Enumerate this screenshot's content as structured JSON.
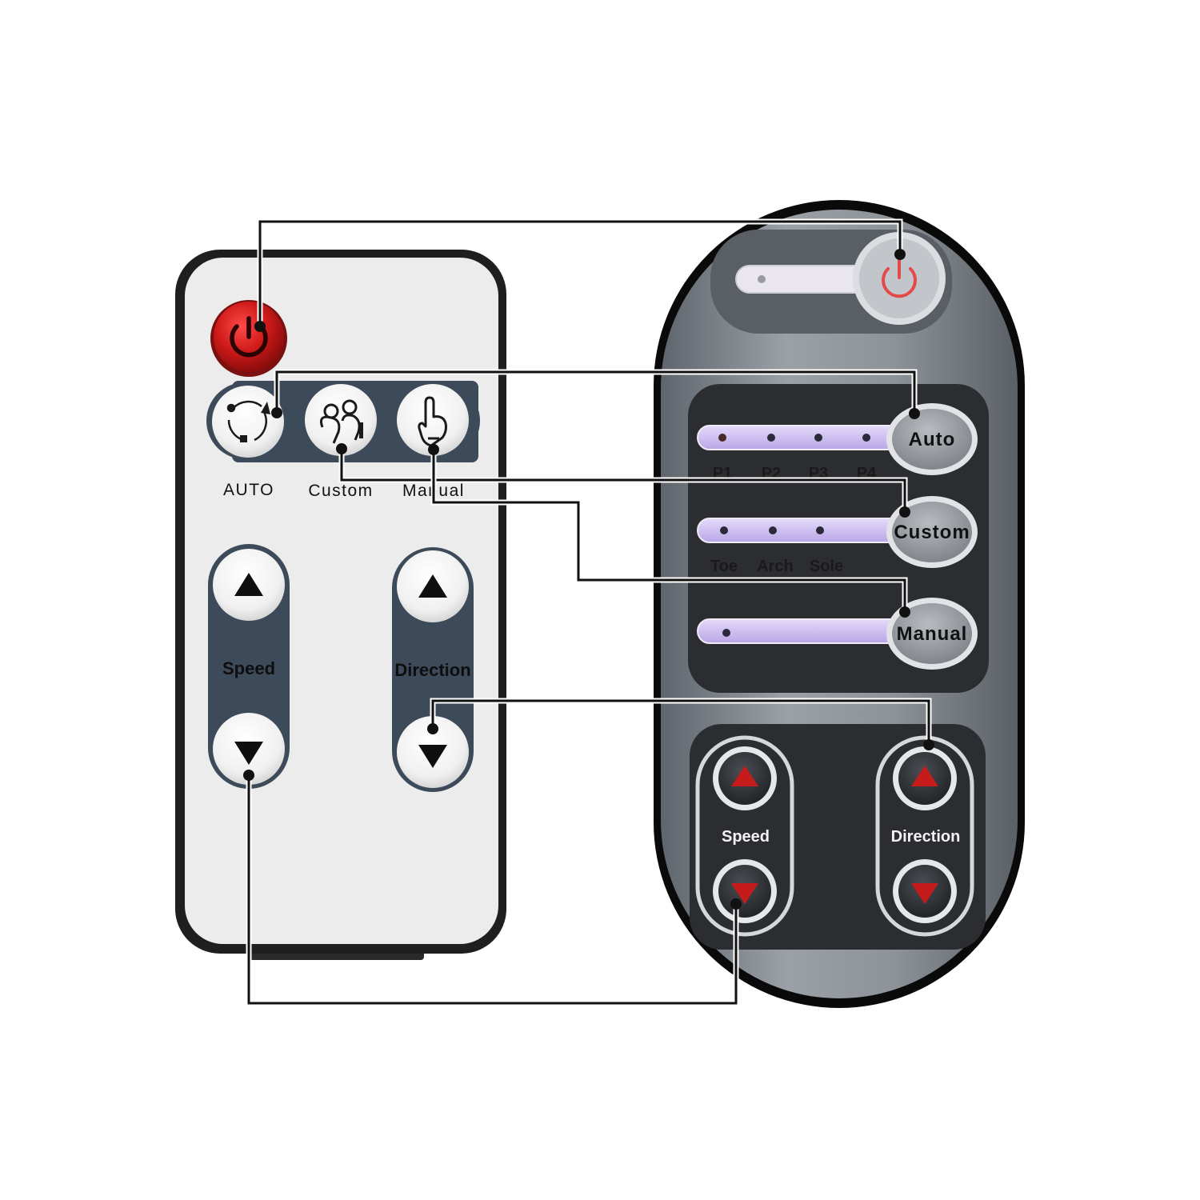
{
  "colors": {
    "power_red": "#d01a1a",
    "remote_face": "#ececec",
    "strip_blue": "#3d4a59",
    "remote2_body": "#7f858c",
    "panel_dark": "#2b2d31",
    "led_track": "#c9b8ec",
    "arrow_red": "#c61b1b",
    "connector": "#111111"
  },
  "remote_small": {
    "mode_labels": {
      "auto": "AUTO",
      "custom": "Custom",
      "manual": "Manual"
    },
    "speed_label": "Speed",
    "direction_label": "Direction"
  },
  "remote_large": {
    "auto_label": "Auto",
    "custom_label": "Custom",
    "manual_label": "Manual",
    "auto_programs": [
      "P1",
      "P2",
      "P3",
      "P4"
    ],
    "custom_zones": [
      "Toe",
      "Arch",
      "Sole"
    ],
    "speed_label": "Speed",
    "direction_label": "Direction"
  },
  "icons": {
    "power": "power-icon",
    "auto": "cycle-icon",
    "custom": "people-icon",
    "manual": "hand-pointer-icon",
    "up": "triangle-up-icon",
    "down": "triangle-down-icon"
  }
}
